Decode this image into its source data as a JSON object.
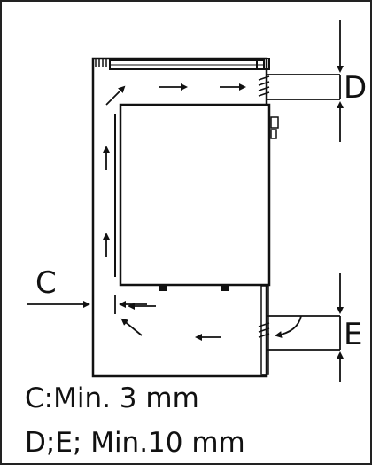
{
  "labels": {
    "clearance_c": "C",
    "clearance_d": "D",
    "clearance_e": "E"
  },
  "notes": {
    "c_min": "C:Min. 3 mm",
    "de_min": "D;E; Min.10 mm"
  },
  "colors": {
    "line": "#111111",
    "background": "#ffffff"
  }
}
